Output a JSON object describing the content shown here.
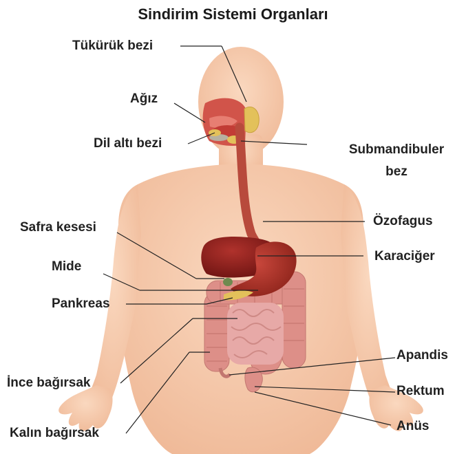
{
  "title": "Sindirim Sistemi Organları",
  "labels": {
    "tukuruk_bezi": "Tükürük bezi",
    "agiz": "Ağız",
    "dil_alti_bezi": "Dil altı bezi",
    "submandibuler_1": "Submandibuler",
    "submandibuler_2": "bez",
    "ozofagus": "Özofagus",
    "safra_kesesi": "Safra kesesi",
    "karaciger": "Karaciğer",
    "mide": "Mide",
    "pankreas": "Pankreas",
    "apandis": "Apandis",
    "ince_bagirsak": "İnce bağırsak",
    "rektum": "Rektum",
    "kalin_bagirsak": "Kalın bağırsak",
    "anus": "Anüs"
  },
  "colors": {
    "skin": "#f6c9a8",
    "skin_shadow": "#eab592",
    "organ_red": "#8e1f1c",
    "esophagus": "#b84a3c",
    "intestine": "#e3a0a0",
    "colon": "#dd8f88",
    "gland": "#e3c15a"
  }
}
